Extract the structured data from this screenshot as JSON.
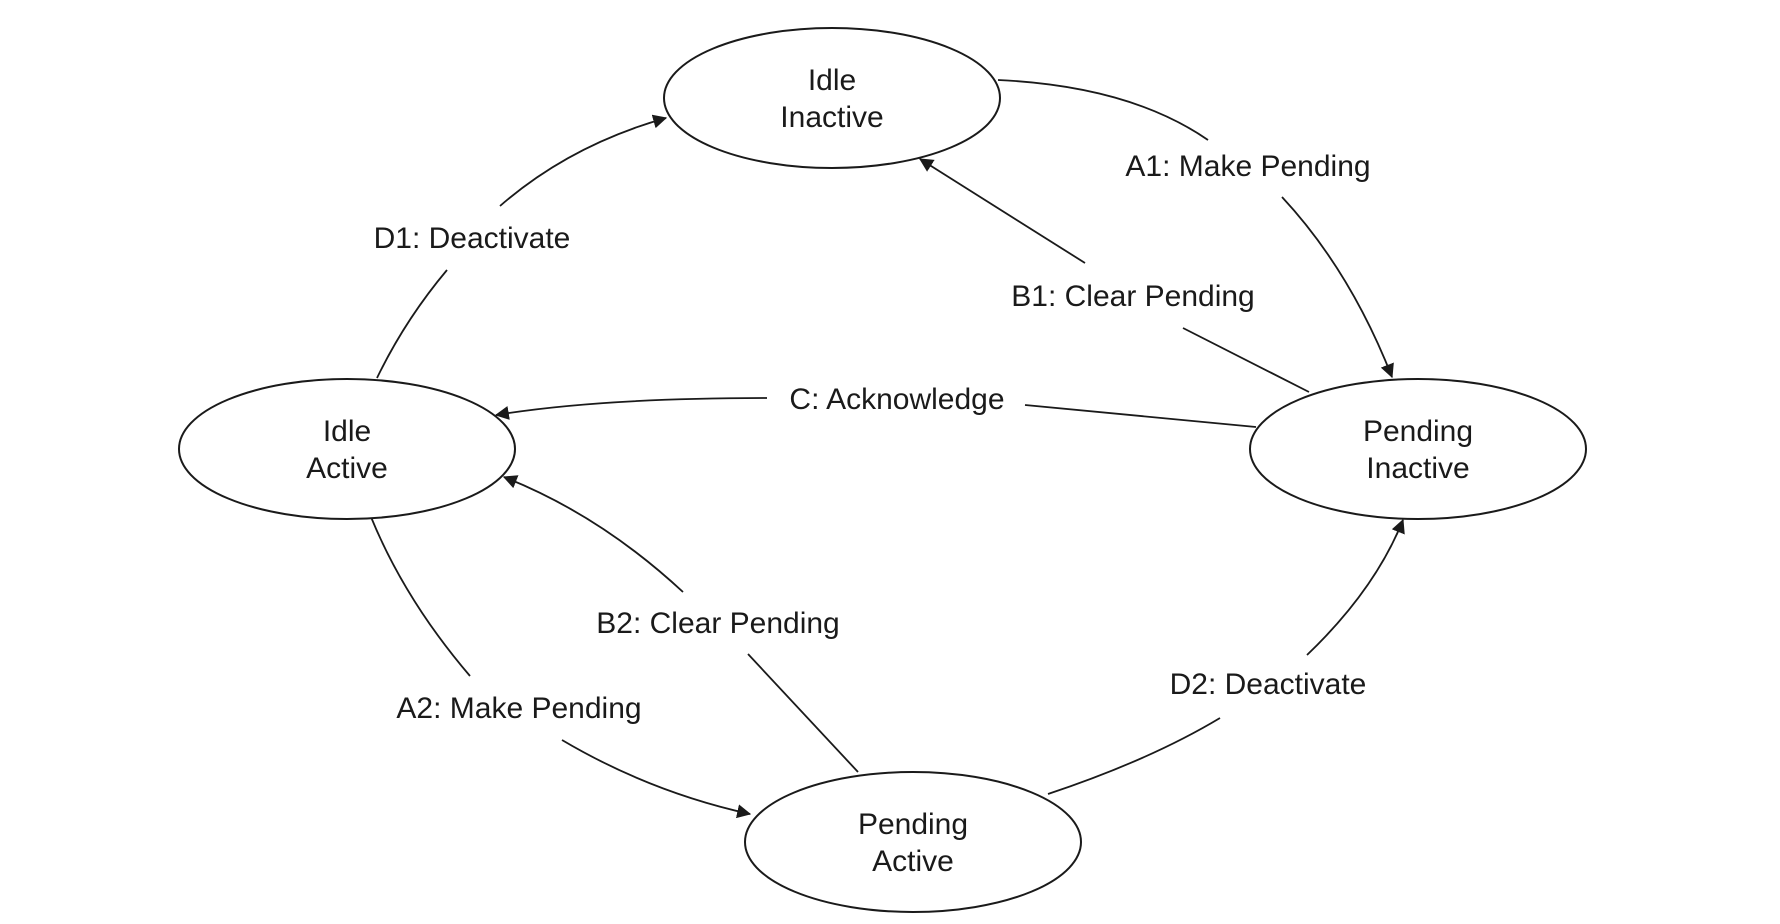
{
  "states": {
    "idle_inactive": {
      "line1": "Idle",
      "line2": "Inactive"
    },
    "idle_active": {
      "line1": "Idle",
      "line2": "Active"
    },
    "pending_inactive": {
      "line1": "Pending",
      "line2": "Inactive"
    },
    "pending_active": {
      "line1": "Pending",
      "line2": "Active"
    }
  },
  "transitions": {
    "a1": "A1: Make Pending",
    "a2": "A2: Make Pending",
    "b1": "B1: Clear Pending",
    "b2": "B2: Clear Pending",
    "c": "C: Acknowledge",
    "d1": "D1: Deactivate",
    "d2": "D2: Deactivate"
  },
  "colors": {
    "stroke": "#1a1a1a",
    "background": "#ffffff"
  }
}
